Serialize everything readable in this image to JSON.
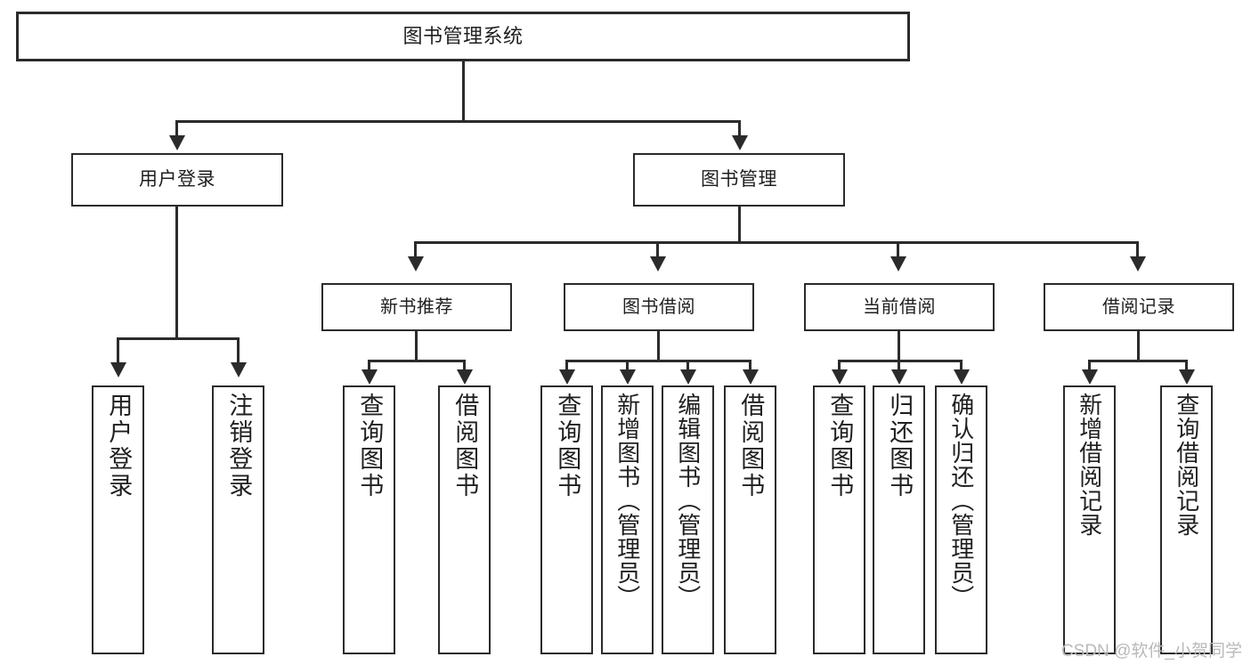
{
  "diagram": {
    "title": "图书管理系统",
    "type": "tree-hierarchy",
    "root": {
      "label": "图书管理系统"
    },
    "level2": [
      {
        "label": "用户登录"
      },
      {
        "label": "图书管理"
      }
    ],
    "level3": [
      {
        "label": "新书推荐",
        "parent": "图书管理"
      },
      {
        "label": "图书借阅",
        "parent": "图书管理"
      },
      {
        "label": "当前借阅",
        "parent": "图书管理"
      },
      {
        "label": "借阅记录",
        "parent": "图书管理"
      }
    ],
    "leaves": {
      "user_login": [
        {
          "label": "用户登录"
        },
        {
          "label": "注销登录"
        }
      ],
      "new_book_recommend": [
        {
          "label": "查询图书"
        },
        {
          "label": "借阅图书"
        }
      ],
      "book_borrow": [
        {
          "label": "查询图书"
        },
        {
          "label": "新增图书（管理员）"
        },
        {
          "label": "编辑图书（管理员）"
        },
        {
          "label": "借阅图书"
        }
      ],
      "current_borrow": [
        {
          "label": "查询图书"
        },
        {
          "label": "归还图书"
        },
        {
          "label": "确认归还（管理员）"
        }
      ],
      "borrow_record": [
        {
          "label": "新增借阅记录"
        },
        {
          "label": "查询借阅记录"
        }
      ]
    }
  },
  "watermark": {
    "text": "CSDN @软件_小贺同学"
  },
  "colors": {
    "stroke": "#2b2b2b",
    "fill": "#ffffff",
    "text": "#1f1f1f",
    "watermark": "#b9b9b9"
  }
}
